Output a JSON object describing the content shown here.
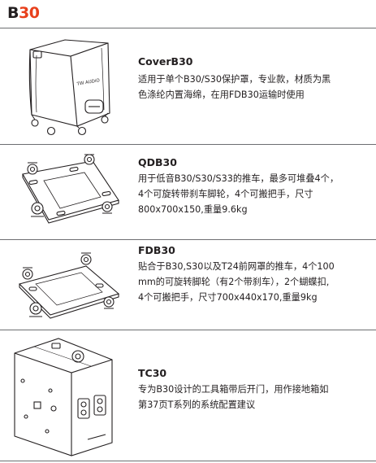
{
  "section": {
    "title_letter": "B",
    "title_number": "30"
  },
  "products": [
    {
      "name": "CoverB30",
      "desc_lines": [
        "适用于单个B30/S30保护罩，专业款，材质为黑",
        "色涤纶内置海绵，在用FDB30运输时使用"
      ],
      "icon": "cover-illustration"
    },
    {
      "name": "QDB30",
      "desc_lines": [
        "用于低音B30/S30/S33的推车，最多可堆叠4个，",
        "4个可旋转带刹车脚轮，4个可搬把手，尺寸",
        "800x700x150,重量9.6kg"
      ],
      "icon": "cart-illustration"
    },
    {
      "name": "FDB30",
      "desc_lines": [
        "贴合于B30,S30以及T24前网罩的推车，4个100",
        "mm的可旋转脚轮（有2个带刹车），2个蝴蝶扣,",
        "4个可搬把手，尺寸700x440x170,重量9kg"
      ],
      "icon": "dolly-illustration"
    },
    {
      "name": "TC30",
      "desc_lines": [
        "专为B30设计的工具箱带后开门，用作接地箱如",
        "第37页T系列的系统配置建议"
      ],
      "icon": "toolbox-illustration"
    }
  ],
  "cover_logo_text": "TW AUDiO"
}
